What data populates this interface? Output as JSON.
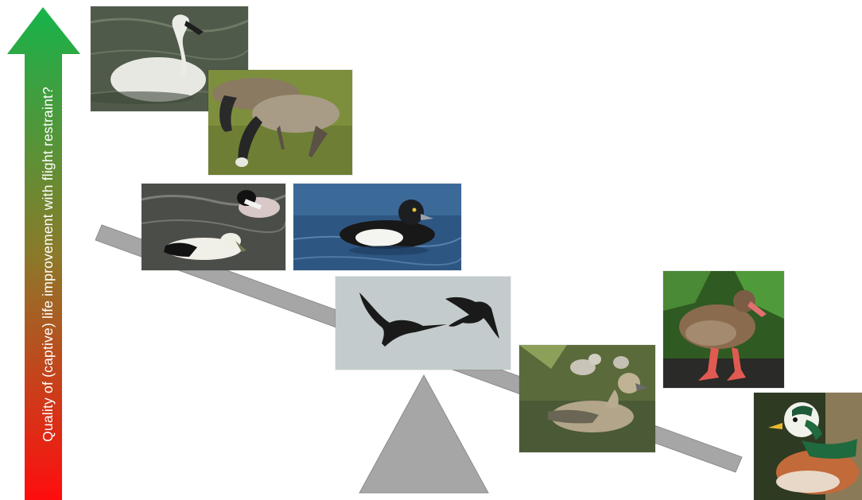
{
  "axis": {
    "label": "Quality of (captive) life improvement with flight restraint?",
    "color_top": "#17b34a",
    "color_bottom": "#ff0d0d"
  },
  "seesaw": {
    "beam_color": "#a6a6a6",
    "fulcrum_color": "#a6a6a6"
  },
  "photos": [
    {
      "icon": "swan-photo"
    },
    {
      "icon": "canada-geese-photo"
    },
    {
      "icon": "eider-ducks-photo"
    },
    {
      "icon": "tufted-duck-photo"
    },
    {
      "icon": "flying-birds-silhouette-photo"
    },
    {
      "icon": "whistling-duck-photo"
    },
    {
      "icon": "duck-with-ducklings-photo"
    },
    {
      "icon": "pygmy-goose-photo"
    }
  ]
}
